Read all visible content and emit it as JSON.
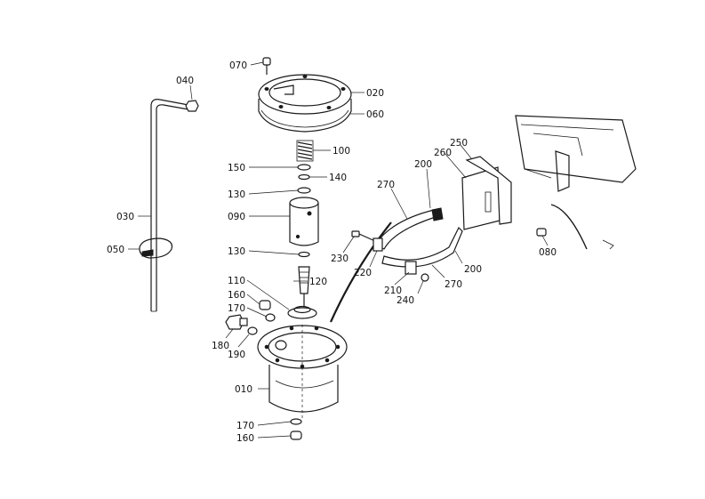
{
  "callouts": {
    "c070": "070",
    "c040": "040",
    "c020": "020",
    "c060": "060",
    "c100": "100",
    "c150": "150",
    "c140": "140",
    "c130a": "130",
    "c090": "090",
    "c030": "030",
    "c050": "050",
    "c130b": "130",
    "c110": "110",
    "c120": "120",
    "c160a": "160",
    "c170a": "170",
    "c180": "180",
    "c190": "190",
    "c010": "010",
    "c170b": "170",
    "c160b": "160",
    "c200a": "200",
    "c270a": "270",
    "c260": "260",
    "c250": "250",
    "c230": "230",
    "c220": "220",
    "c210": "210",
    "c240": "240",
    "c270b": "270",
    "c200b": "200",
    "c080": "080"
  }
}
